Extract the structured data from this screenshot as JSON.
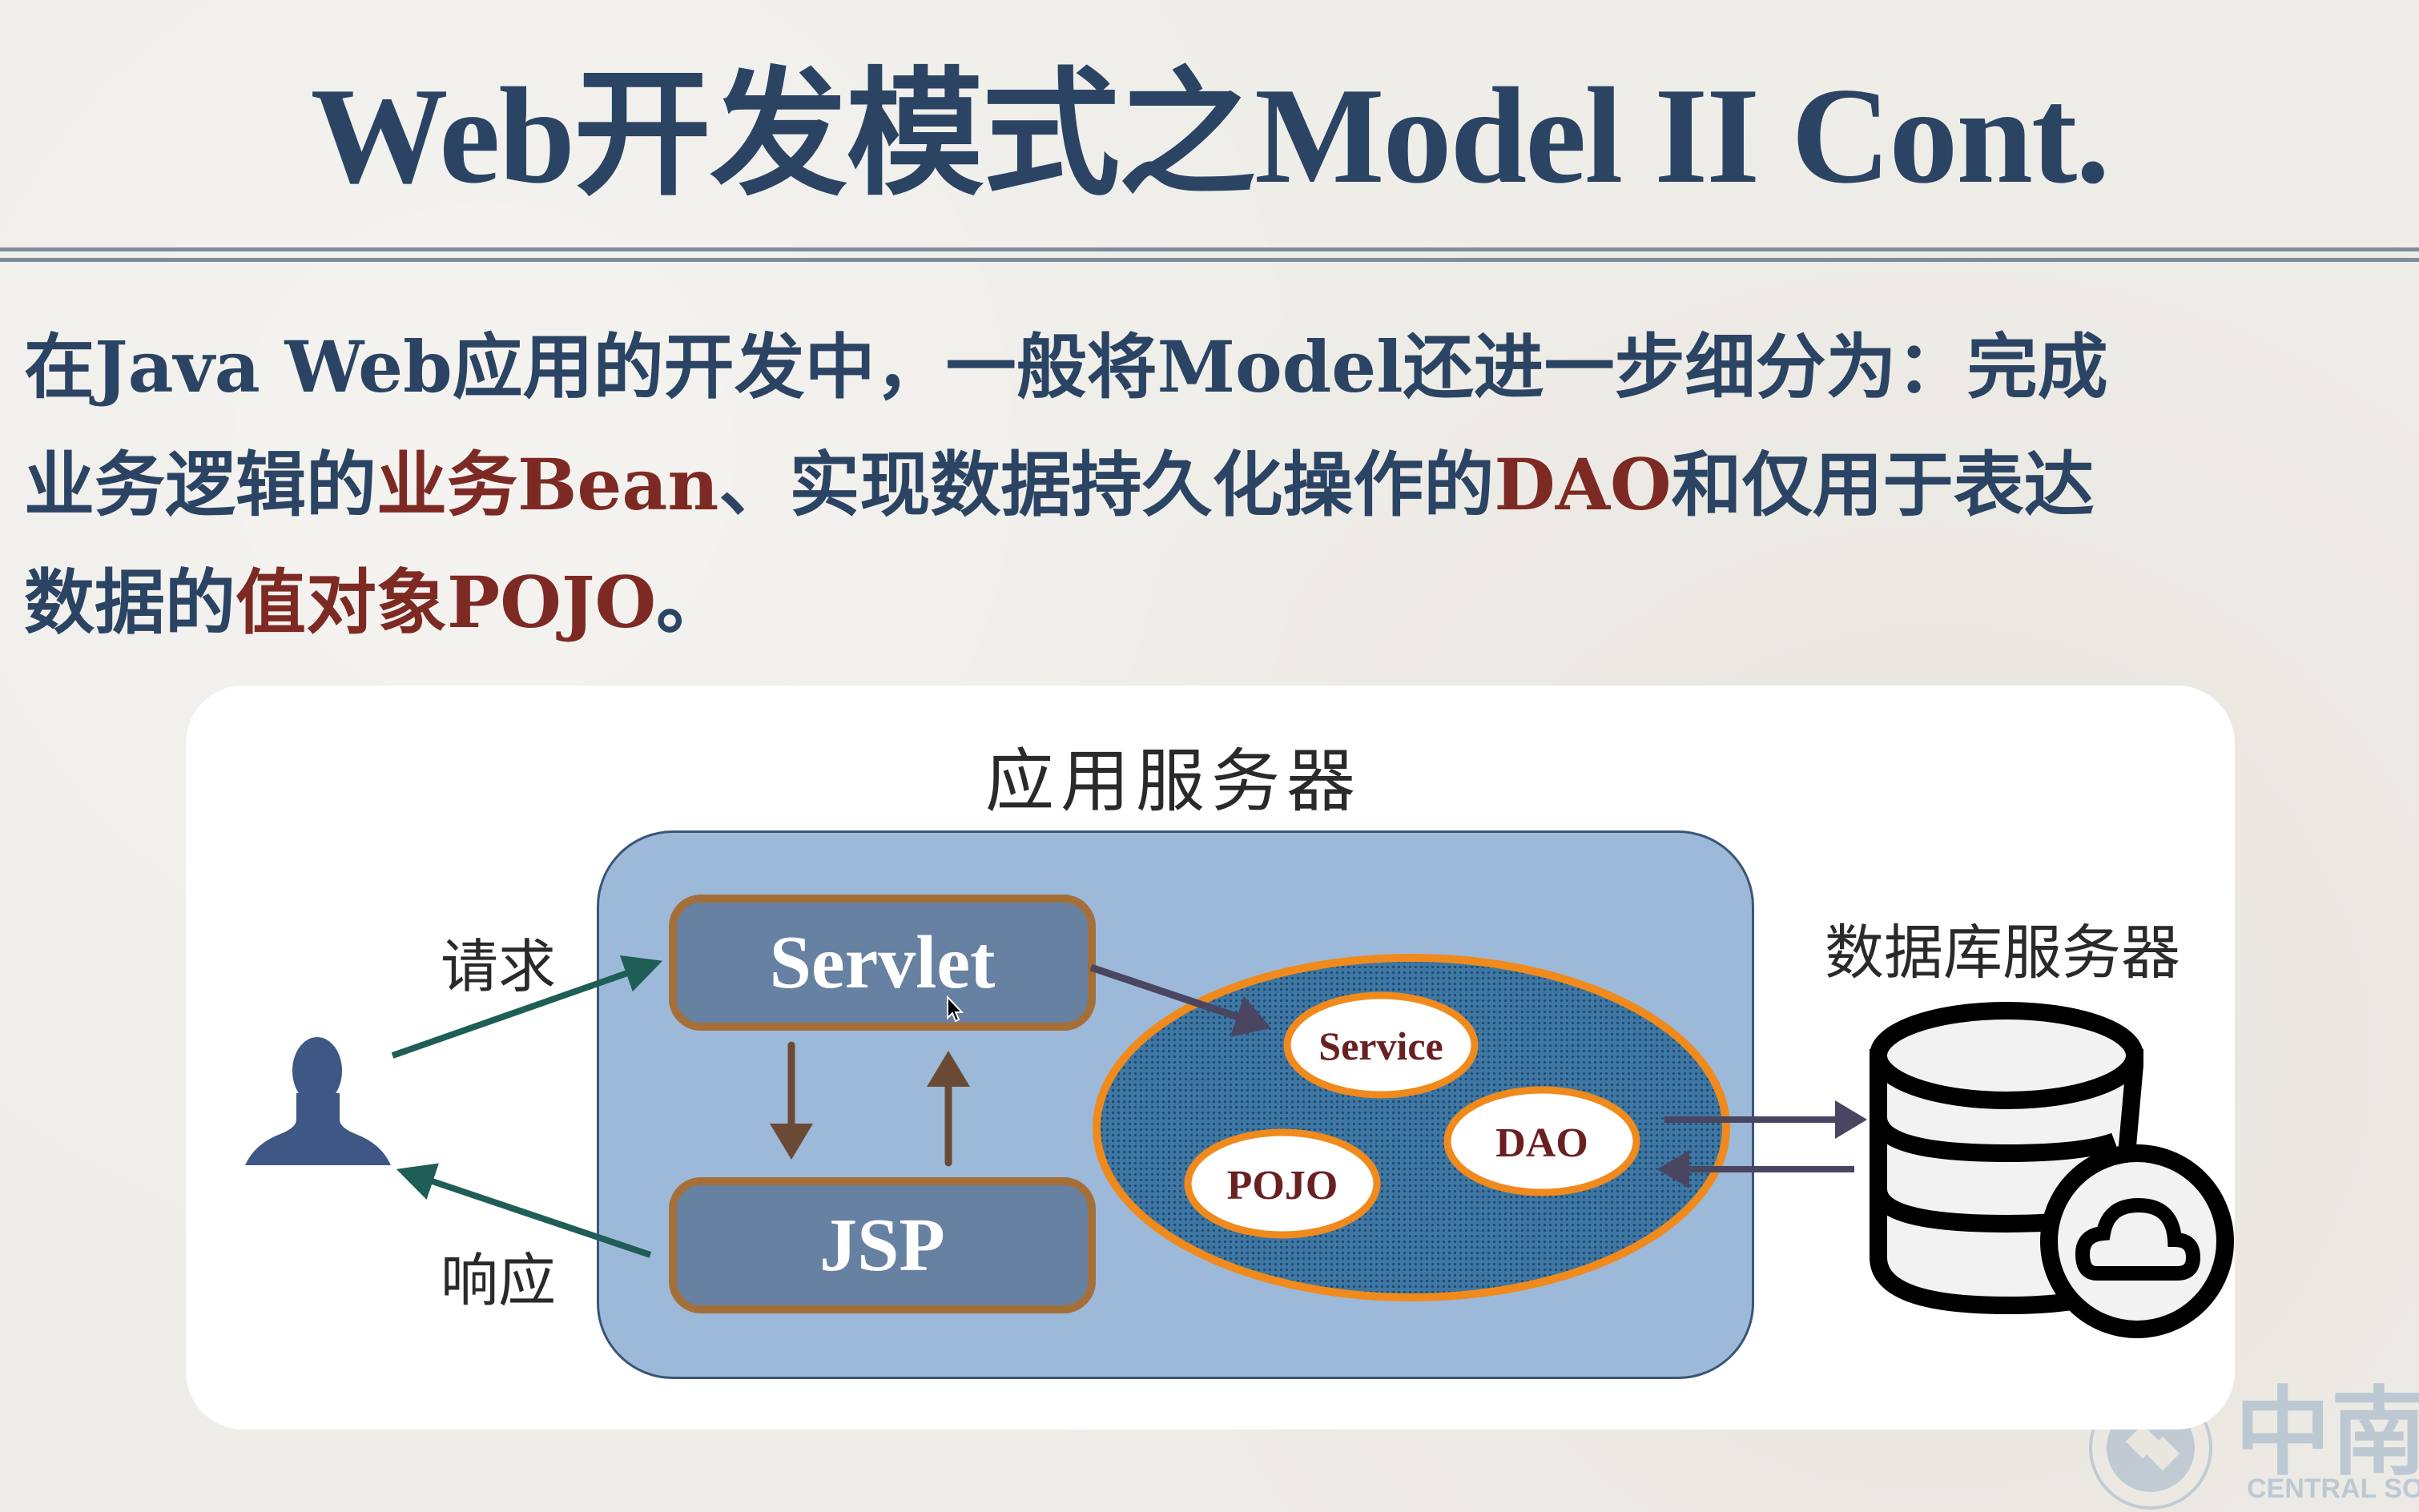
{
  "slide": {
    "title": "Web开发模式之Model II Cont.",
    "body": {
      "line1": "在Java Web应用的开发中，一般将Model还进一步细分为：完成",
      "line2_pre": "业务逻辑的",
      "line2_hl1": "业务Bean",
      "line2_mid": "、实现数据持久化操作的",
      "line2_hl2": "DAO",
      "line2_post": "和仅用于表达",
      "line3_pre": "数据的",
      "line3_hl": "值对象POJO",
      "line3_post": "。"
    }
  },
  "diagram": {
    "app_server_label": "应用服务器",
    "db_server_label": "数据库服务器",
    "request_label": "请求",
    "response_label": "响应",
    "servlet_label": "Servlet",
    "jsp_label": "JSP",
    "service_label": "Service",
    "dao_label": "DAO",
    "pojo_label": "POJO",
    "icons": {
      "user": "user-silhouette-icon",
      "database": "database-cloud-icon"
    }
  },
  "watermark": {
    "school_cn": "中南大",
    "school_en": "CENTRAL SOUTH"
  },
  "colors": {
    "title": "#2b4463",
    "highlight": "#7e2a24",
    "app_box": "#9db9d9",
    "component_box": "#6681a2",
    "component_border": "#a56f3a",
    "oval_border": "#f08a1c",
    "request_arrow": "#1f5d57",
    "internal_arrow": "#6b4a35",
    "data_arrow": "#4a4560"
  }
}
